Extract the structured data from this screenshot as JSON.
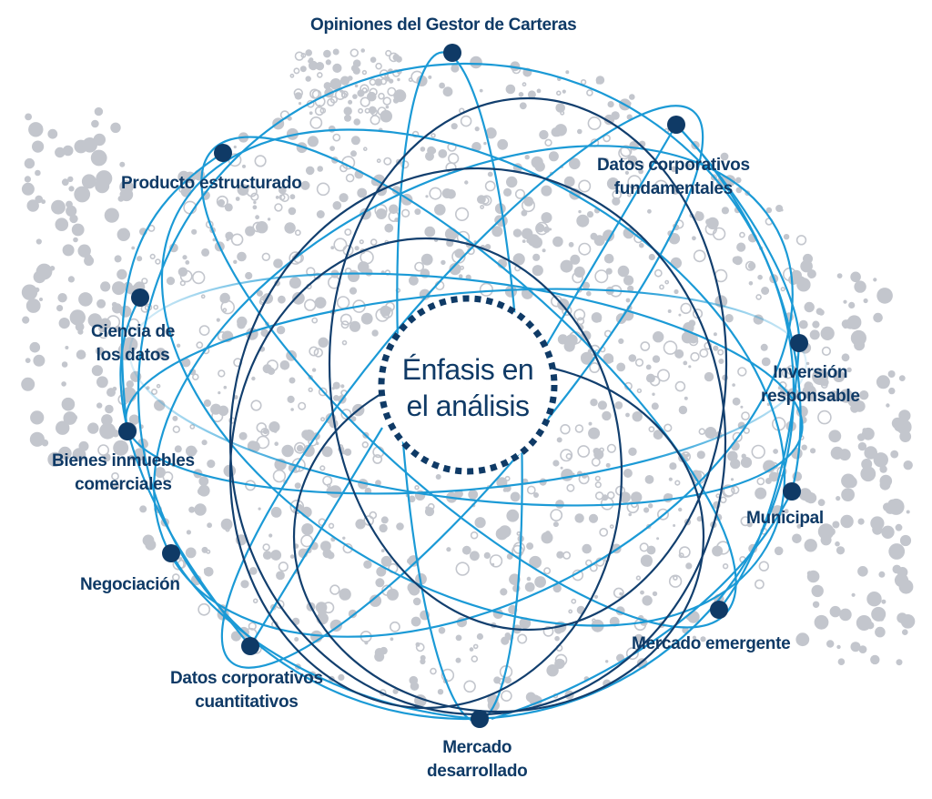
{
  "center": {
    "line1": "Énfasis en",
    "line2": "el análisis"
  },
  "nodes": [
    {
      "id": "opiniones",
      "lines": [
        "Opiniones del Gestor de Carteras"
      ]
    },
    {
      "id": "fundamentales",
      "lines": [
        "Datos corporativos",
        "fundamentales"
      ]
    },
    {
      "id": "producto",
      "lines": [
        "Producto estructurado"
      ]
    },
    {
      "id": "ciencia",
      "lines": [
        "Ciencia de",
        "los datos"
      ]
    },
    {
      "id": "inversion",
      "lines": [
        "Inversión",
        "responsable"
      ]
    },
    {
      "id": "bienes",
      "lines": [
        "Bienes inmuebles",
        "comerciales"
      ]
    },
    {
      "id": "municipal",
      "lines": [
        "Municipal"
      ]
    },
    {
      "id": "negociacion",
      "lines": [
        "Negociación"
      ]
    },
    {
      "id": "emergente",
      "lines": [
        "Mercado emergente"
      ]
    },
    {
      "id": "cuantitativos",
      "lines": [
        "Datos corporativos",
        "cuantitativos"
      ]
    },
    {
      "id": "desarrollado",
      "lines": [
        "Mercado",
        "desarrollado"
      ]
    }
  ],
  "colors": {
    "node": "#0f3a66",
    "dark_line": "#123f6e",
    "light_line": "#1b9ad6",
    "bubble": "#c3c6cd",
    "label": "#0f3a66"
  }
}
